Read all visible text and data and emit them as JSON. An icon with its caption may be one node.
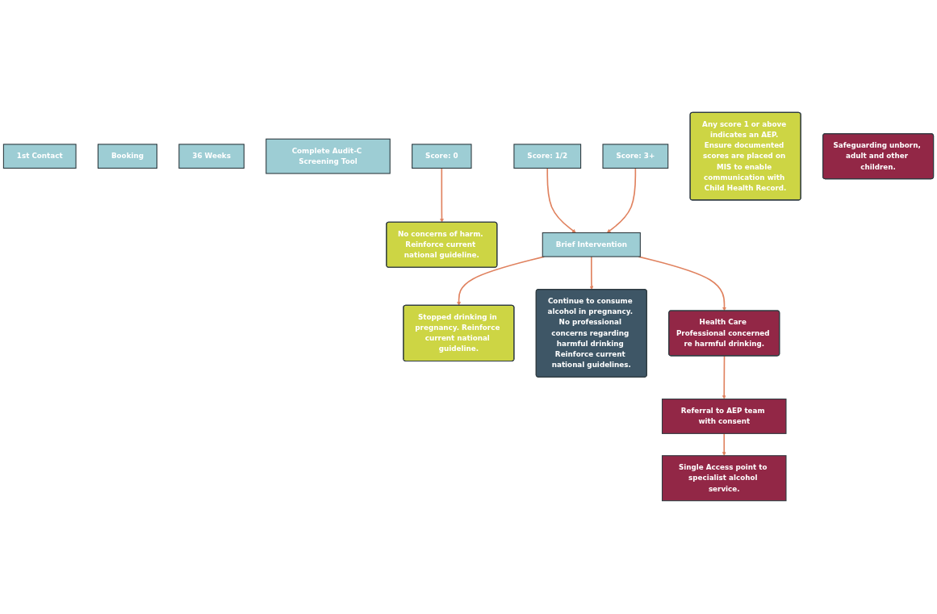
{
  "diagram": {
    "nodes": [
      {
        "text": [
          "1st Contact"
        ]
      },
      {
        "text": [
          "Booking"
        ]
      },
      {
        "text": [
          "36 Weeks"
        ]
      },
      {
        "text": [
          "Complete Audit-C Screening Tool"
        ]
      },
      {
        "text": [
          "Score: 0"
        ]
      },
      {
        "text": [
          "Score: 1/2"
        ]
      },
      {
        "text": [
          "Score: 3+"
        ]
      },
      {
        "text": [
          "No concerns of harm. Reinforce current national guideline."
        ]
      },
      {
        "text": [
          "Brief Intervention"
        ]
      },
      {
        "text": [
          "Stopped drinking in pregnancy. Reinforce current national guideline."
        ]
      },
      {
        "text": [
          "Continue to consume alcohol in pregnancy. No professional concerns regarding harmful drinking Reinforce current national guidelines."
        ]
      },
      {
        "text": [
          "Health Care Professional concerned re harmful drinking."
        ]
      },
      {
        "text": [
          "Any score 1 or above indicates an AEP. Ensure documented scores are placed on MIS to enable communication with Child Health Record."
        ]
      },
      {
        "text": [
          "Referral to AEP team with consent"
        ]
      },
      {
        "text": [
          "Single Access point to specialist alcohol service."
        ]
      },
      {
        "text": [
          "Safeguarding unborn, adult and other children."
        ]
      }
    ],
    "edges": [
      {
        "from": 4,
        "to": 7,
        "arrow": "to"
      },
      {
        "from": 5,
        "to": 8,
        "arrow": "to"
      },
      {
        "from": 6,
        "to": 8,
        "arrow": "to"
      },
      {
        "from": 8,
        "to": 9,
        "arrow": "to"
      },
      {
        "from": 8,
        "to": 10,
        "arrow": "to"
      },
      {
        "from": 8,
        "to": 11,
        "arrow": "to"
      },
      {
        "from": 11,
        "to": 13,
        "arrow": "to"
      },
      {
        "from": 13,
        "to": 14,
        "arrow": "to"
      }
    ]
  }
}
